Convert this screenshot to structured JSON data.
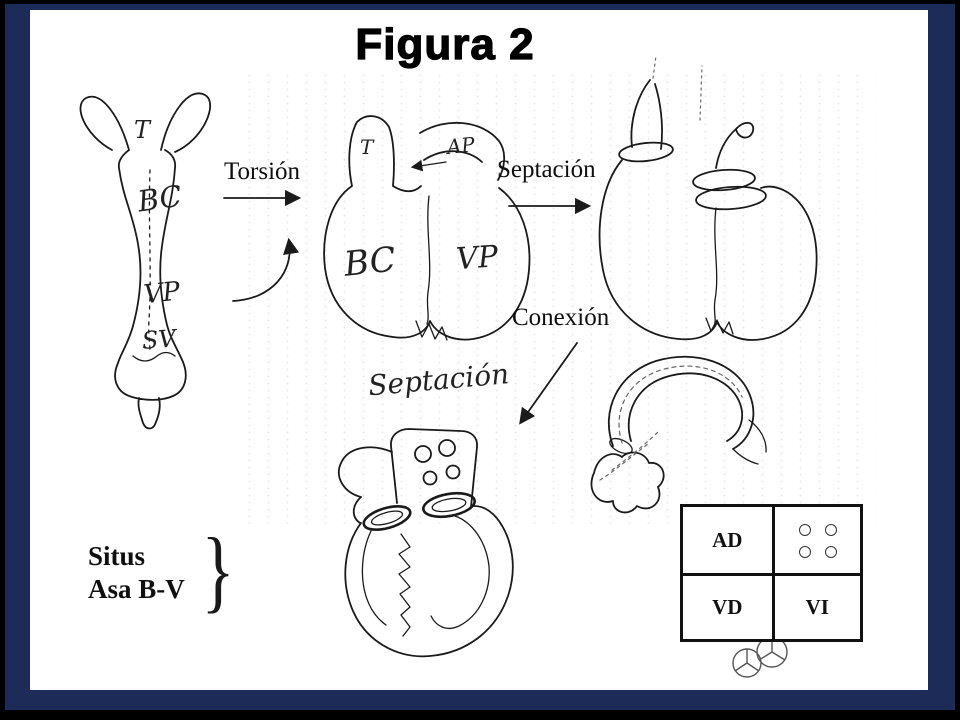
{
  "slide": {
    "title": "Figura 2",
    "labels": {
      "torsion": "Torsión",
      "septacion": "Septación",
      "conexion": "Conexión",
      "septacion_hand": "Septación",
      "situs_line1": "Situs",
      "situs_line2": "Asa B-V",
      "brace": "}"
    },
    "sketch_labels": {
      "tube_t": "T",
      "tube_bc": "BC",
      "tube_vp": "VP",
      "tube_sv": "SV",
      "loop_t": "T",
      "loop_ap": "AP",
      "loop_bc": "BC",
      "loop_vp": "VP"
    },
    "table": {
      "ad": "AD",
      "vd": "VD",
      "vi": "VI"
    },
    "colors": {
      "frame_navy": "#1d2b58",
      "ink": "#1a1a1a",
      "slide_bg": "#ffffff"
    }
  }
}
